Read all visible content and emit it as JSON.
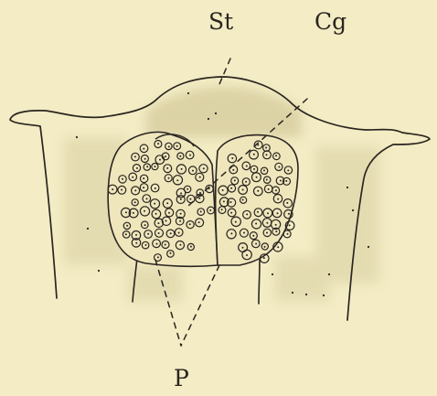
{
  "labels": {
    "st": "St",
    "cg": "Cg",
    "p": "P"
  },
  "colors": {
    "background": "#f3ecc4",
    "ink": "#2a2520",
    "shading": "#d9cfa3",
    "dense_shading": "#c9bd8d"
  }
}
